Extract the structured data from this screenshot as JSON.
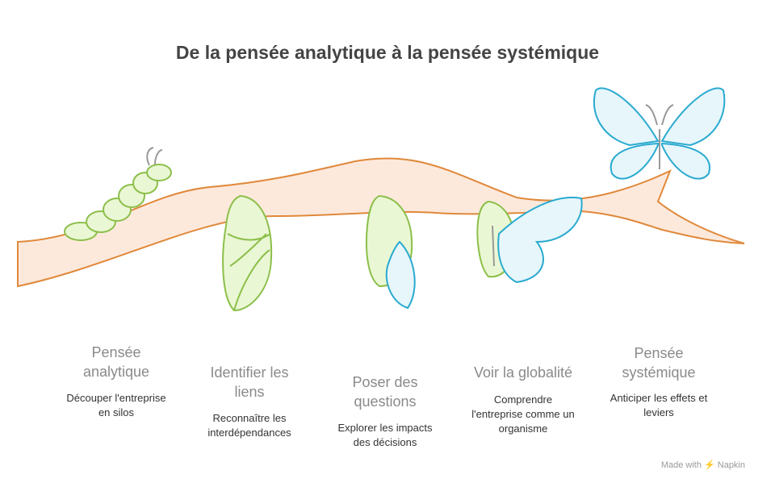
{
  "title": "De la pensée analytique à la pensée systémique",
  "steps": [
    {
      "heading": "Pensée analytique",
      "description": "Découper l'entreprise en silos",
      "icon": "caterpillar-icon"
    },
    {
      "heading": "Identifier les liens",
      "description": "Reconnaître les interdépendances",
      "icon": "chrysalis-icon"
    },
    {
      "heading": "Poser des questions",
      "description": "Explorer les impacts des décisions",
      "icon": "opening-chrysalis-icon"
    },
    {
      "heading": "Voir la globalité",
      "description": "Comprendre l'entreprise comme un organisme",
      "icon": "emerging-butterfly-icon"
    },
    {
      "heading": "Pensée systémique",
      "description": "Anticiper les effets et leviers",
      "icon": "butterfly-icon"
    }
  ],
  "credit": "Made with ⚡ Napkin",
  "colors": {
    "branch": "#fde9dc",
    "branch_stroke": "#e0883a",
    "green": "#8cbf4a",
    "green_fill": "#eaf7d4",
    "blue": "#2aaad0",
    "blue_fill": "#e6f6fb"
  }
}
